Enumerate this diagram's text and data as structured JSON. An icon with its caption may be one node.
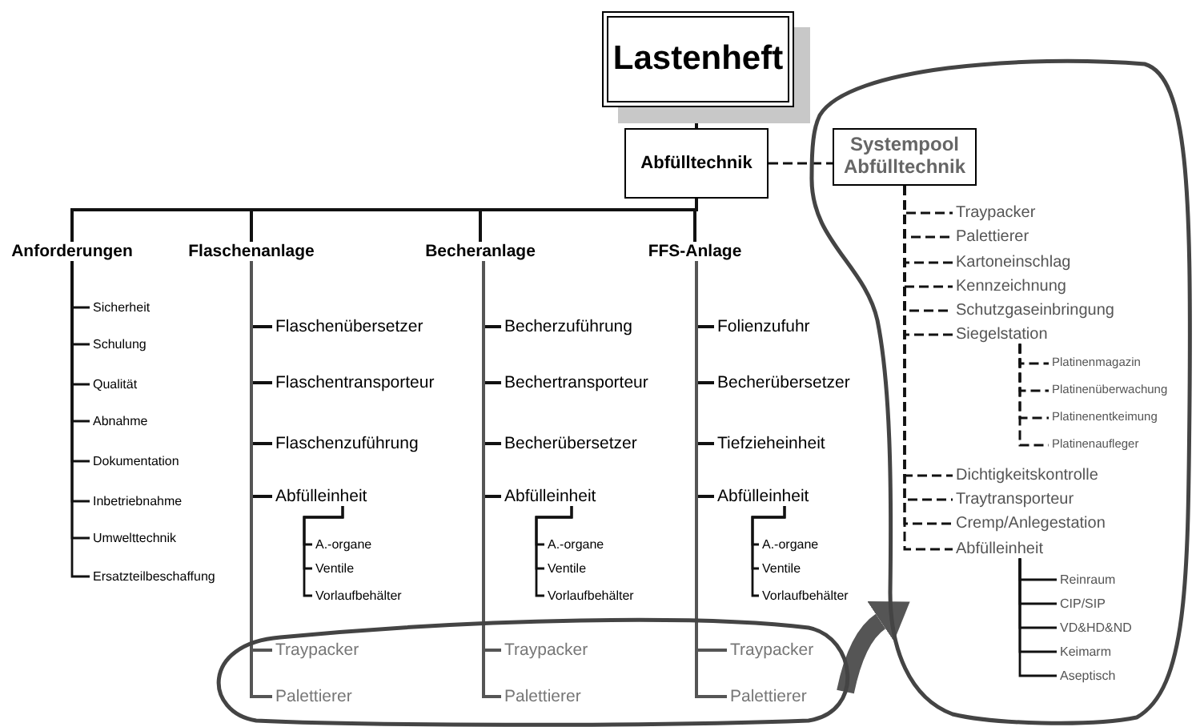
{
  "diagram": {
    "nodes": [
      {
        "text": [
          "Lastenheft"
        ]
      },
      {
        "text": [
          "Abfülltechnik"
        ]
      },
      {
        "text": [],
        "shape": "loop"
      },
      {
        "text": [
          "Systempool Abfülltechnik"
        ],
        "in": 2
      },
      {
        "text": [
          "Anforderungen"
        ]
      },
      {
        "text": [
          "Flaschenanlage"
        ]
      },
      {
        "text": [
          "Becheranlage"
        ]
      },
      {
        "text": [
          "FFS-Anlage"
        ]
      },
      {
        "text": [
          "Sicherheit"
        ]
      },
      {
        "text": [
          "Schulung"
        ]
      },
      {
        "text": [
          "Qualität"
        ]
      },
      {
        "text": [
          "Abnahme"
        ]
      },
      {
        "text": [
          "Dokumentation"
        ]
      },
      {
        "text": [
          "Inbetriebnahme"
        ]
      },
      {
        "text": [
          "Umwelttechnik"
        ]
      },
      {
        "text": [
          "Ersatzteilbeschaffung"
        ]
      },
      {
        "text": [
          "Flaschenübersetzer"
        ]
      },
      {
        "text": [
          "Flaschentransporteur"
        ]
      },
      {
        "text": [
          "Flaschenzuführung"
        ]
      },
      {
        "text": [
          "Abfülleinheit"
        ]
      },
      {
        "text": [
          "A.-organe"
        ]
      },
      {
        "text": [
          "Ventile"
        ]
      },
      {
        "text": [
          "Vorlaufbehälter"
        ]
      },
      {
        "text": [
          "Becherzuführung"
        ]
      },
      {
        "text": [
          "Bechertransporteur"
        ]
      },
      {
        "text": [
          "Becherübersetzer"
        ]
      },
      {
        "text": [
          "Abfülleinheit"
        ]
      },
      {
        "text": [
          "A.-organe"
        ]
      },
      {
        "text": [
          "Ventile"
        ]
      },
      {
        "text": [
          "Vorlaufbehälter"
        ]
      },
      {
        "text": [
          "Folienzufuhr"
        ]
      },
      {
        "text": [
          "Becherübersetzer"
        ]
      },
      {
        "text": [
          "Tiefzieheinheit"
        ]
      },
      {
        "text": [
          "Abfülleinheit"
        ]
      },
      {
        "text": [
          "A.-organe"
        ]
      },
      {
        "text": [
          "Ventile"
        ]
      },
      {
        "text": [
          "Vorlaufbehälter"
        ]
      },
      {
        "text": [],
        "shape": "loop"
      },
      {
        "text": [
          "Traypacker"
        ],
        "in": 37
      },
      {
        "text": [
          "Palettierer"
        ],
        "in": 37
      },
      {
        "text": [
          "Traypacker"
        ],
        "in": 37
      },
      {
        "text": [
          "Palettierer"
        ],
        "in": 37
      },
      {
        "text": [
          "Traypacker"
        ],
        "in": 37
      },
      {
        "text": [
          "Palettierer"
        ],
        "in": 37
      },
      {
        "text": [
          "Traypacker"
        ],
        "in": 2
      },
      {
        "text": [
          "Palettierer"
        ],
        "in": 2
      },
      {
        "text": [
          "Kartoneinschlag"
        ],
        "in": 2
      },
      {
        "text": [
          "Kennzeichnung"
        ],
        "in": 2
      },
      {
        "text": [
          "Schutzgaseinbringung"
        ],
        "in": 2
      },
      {
        "text": [
          "Siegelstation"
        ],
        "in": 2
      },
      {
        "text": [
          "Platinenmagazin"
        ],
        "in": 2
      },
      {
        "text": [
          "Platinenüberwachung"
        ],
        "in": 2
      },
      {
        "text": [
          "Platinenentkeimung"
        ],
        "in": 2
      },
      {
        "text": [
          "Platinenaufleger"
        ],
        "in": 2
      },
      {
        "text": [
          "Dichtigkeitskontrolle"
        ],
        "in": 2
      },
      {
        "text": [
          "Traytransporteur"
        ],
        "in": 2
      },
      {
        "text": [
          "Cremp/Anlegestation"
        ],
        "in": 2
      },
      {
        "text": [
          "Abfülleinheit"
        ],
        "in": 2
      },
      {
        "text": [
          "Reinraum"
        ],
        "in": 2
      },
      {
        "text": [
          "CIP/SIP"
        ],
        "in": 2
      },
      {
        "text": [
          "VD&HD&ND"
        ],
        "in": 2
      },
      {
        "text": [
          "Keimarm"
        ],
        "in": 2
      },
      {
        "text": [
          "Aseptisch"
        ],
        "in": 2
      }
    ],
    "edges": [
      {
        "from": 0,
        "to": 1,
        "arrow": "none"
      },
      {
        "from": 1,
        "to": 3,
        "arrow": "none",
        "style": "dashed"
      },
      {
        "from": 1,
        "to": 4,
        "arrow": "none"
      },
      {
        "from": 1,
        "to": 5,
        "arrow": "none"
      },
      {
        "from": 1,
        "to": 6,
        "arrow": "none"
      },
      {
        "from": 1,
        "to": 7,
        "arrow": "none"
      },
      {
        "from": 4,
        "to": 8,
        "arrow": "none"
      },
      {
        "from": 4,
        "to": 9,
        "arrow": "none"
      },
      {
        "from": 4,
        "to": 10,
        "arrow": "none"
      },
      {
        "from": 4,
        "to": 11,
        "arrow": "none"
      },
      {
        "from": 4,
        "to": 12,
        "arrow": "none"
      },
      {
        "from": 4,
        "to": 13,
        "arrow": "none"
      },
      {
        "from": 4,
        "to": 14,
        "arrow": "none"
      },
      {
        "from": 4,
        "to": 15,
        "arrow": "none"
      },
      {
        "from": 5,
        "to": 16,
        "arrow": "none"
      },
      {
        "from": 5,
        "to": 17,
        "arrow": "none"
      },
      {
        "from": 5,
        "to": 18,
        "arrow": "none"
      },
      {
        "from": 5,
        "to": 19,
        "arrow": "none"
      },
      {
        "from": 19,
        "to": 20,
        "arrow": "none"
      },
      {
        "from": 19,
        "to": 21,
        "arrow": "none"
      },
      {
        "from": 19,
        "to": 22,
        "arrow": "none"
      },
      {
        "from": 5,
        "to": 38,
        "arrow": "none"
      },
      {
        "from": 5,
        "to": 39,
        "arrow": "none"
      },
      {
        "from": 6,
        "to": 23,
        "arrow": "none"
      },
      {
        "from": 6,
        "to": 24,
        "arrow": "none"
      },
      {
        "from": 6,
        "to": 25,
        "arrow": "none"
      },
      {
        "from": 6,
        "to": 26,
        "arrow": "none"
      },
      {
        "from": 26,
        "to": 27,
        "arrow": "none"
      },
      {
        "from": 26,
        "to": 28,
        "arrow": "none"
      },
      {
        "from": 26,
        "to": 29,
        "arrow": "none"
      },
      {
        "from": 6,
        "to": 40,
        "arrow": "none"
      },
      {
        "from": 6,
        "to": 41,
        "arrow": "none"
      },
      {
        "from": 7,
        "to": 30,
        "arrow": "none"
      },
      {
        "from": 7,
        "to": 31,
        "arrow": "none"
      },
      {
        "from": 7,
        "to": 32,
        "arrow": "none"
      },
      {
        "from": 7,
        "to": 33,
        "arrow": "none"
      },
      {
        "from": 33,
        "to": 34,
        "arrow": "none"
      },
      {
        "from": 33,
        "to": 35,
        "arrow": "none"
      },
      {
        "from": 33,
        "to": 36,
        "arrow": "none"
      },
      {
        "from": 7,
        "to": 42,
        "arrow": "none"
      },
      {
        "from": 7,
        "to": 43,
        "arrow": "none"
      },
      {
        "from": 3,
        "to": 44,
        "arrow": "none",
        "style": "dashed"
      },
      {
        "from": 3,
        "to": 45,
        "arrow": "none",
        "style": "dashed"
      },
      {
        "from": 3,
        "to": 46,
        "arrow": "none",
        "style": "dashed"
      },
      {
        "from": 3,
        "to": 47,
        "arrow": "none",
        "style": "dashed"
      },
      {
        "from": 3,
        "to": 48,
        "arrow": "none",
        "style": "dashed"
      },
      {
        "from": 3,
        "to": 49,
        "arrow": "none",
        "style": "dashed"
      },
      {
        "from": 49,
        "to": 50,
        "arrow": "none",
        "style": "dashed"
      },
      {
        "from": 49,
        "to": 51,
        "arrow": "none",
        "style": "dashed"
      },
      {
        "from": 49,
        "to": 52,
        "arrow": "none",
        "style": "dashed"
      },
      {
        "from": 49,
        "to": 53,
        "arrow": "none",
        "style": "dashed"
      },
      {
        "from": 3,
        "to": 54,
        "arrow": "none",
        "style": "dashed"
      },
      {
        "from": 3,
        "to": 55,
        "arrow": "none",
        "style": "dashed"
      },
      {
        "from": 3,
        "to": 56,
        "arrow": "none",
        "style": "dashed"
      },
      {
        "from": 3,
        "to": 57,
        "arrow": "none",
        "style": "dashed"
      },
      {
        "from": 57,
        "to": 58,
        "arrow": "none"
      },
      {
        "from": 57,
        "to": 59,
        "arrow": "none"
      },
      {
        "from": 57,
        "to": 60,
        "arrow": "none"
      },
      {
        "from": 57,
        "to": 61,
        "arrow": "none"
      },
      {
        "from": 57,
        "to": 62,
        "arrow": "none"
      },
      {
        "from": 37,
        "to": 2,
        "arrow": "to",
        "style": "thick",
        "color": "#555555"
      }
    ]
  }
}
